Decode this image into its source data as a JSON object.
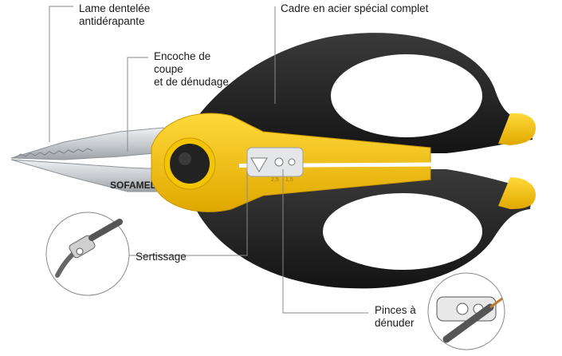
{
  "callouts": {
    "lame": "Lame dentelée\nantidérapante",
    "encoche": "Encoche de\ncoupe\net de dénudage",
    "cadre": "Cadre en acier spécial complet",
    "sertissage": "Sertissage",
    "pinces": "Pinces à\ndénuder"
  },
  "product": {
    "brand": "SOFAMEL",
    "notch_marks": [
      "2,5",
      "1,5"
    ]
  },
  "colors": {
    "handle": "#1e1e1e",
    "accent": "#f2c400",
    "blade": "#c8ccd0",
    "leader": "#8a8a8a"
  }
}
